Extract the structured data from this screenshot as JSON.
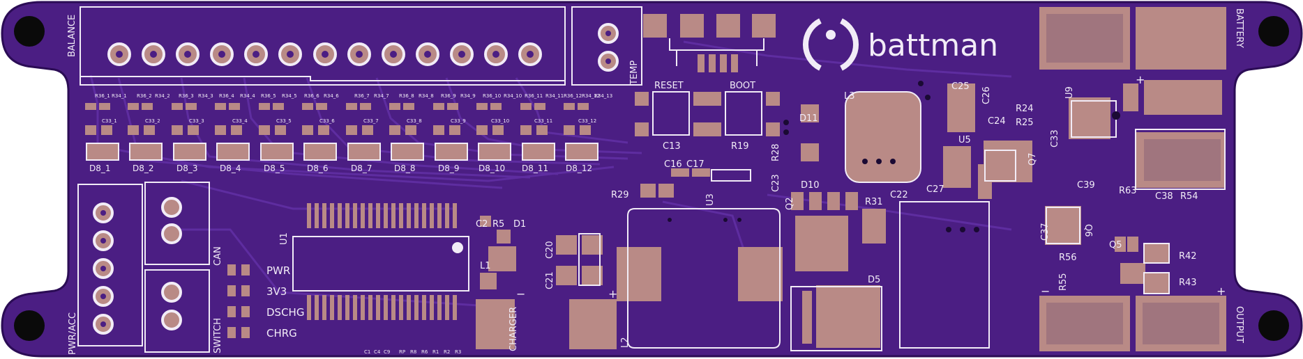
{
  "board": {
    "logo_text": "battman",
    "colors": {
      "board": "#4b1e83",
      "board_edge": "#2b0c55",
      "trace": "#5a2a99",
      "copper": "#b98a86",
      "silk": "#f2ecf7",
      "hole": "#0a0a0a"
    }
  },
  "connectors": {
    "balance": "BALANCE",
    "temp": "TEMP",
    "battery": "BATTERY",
    "output": "OUTPUT",
    "pwr_acc": "PWR/ACC",
    "can": "CAN",
    "switch": "SWITCH",
    "charger": "CHARGER"
  },
  "leds": {
    "pwr": "PWR",
    "v33": "3V3",
    "dschg": "DSCHG",
    "chrg": "CHRG"
  },
  "buttons": {
    "reset": "RESET",
    "boot": "BOOT"
  },
  "balance_mosfets": [
    "D8_1",
    "D8_2",
    "D8_3",
    "D8_4",
    "D8_5",
    "D8_6",
    "D8_7",
    "D8_8",
    "D8_9",
    "D8_10",
    "D8_11",
    "D8_12"
  ],
  "balance_resistors": [
    "R36_1",
    "R34_1",
    "R36_2",
    "R34_2",
    "R36_3",
    "R34_3",
    "R36_4",
    "R34_4",
    "R36_5",
    "R34_5",
    "R36_6",
    "R34_6",
    "R36_7",
    "R34_7",
    "R36_8",
    "R34_8",
    "R36_9",
    "R34_9",
    "R36_10",
    "R34_10",
    "R36_11",
    "R34_11",
    "R36_12",
    "R34_12",
    "R34_13"
  ],
  "balance_caps": [
    "C33_1",
    "C33_2",
    "C33_3",
    "C33_4",
    "C33_5",
    "C33_6",
    "C33_7",
    "C33_8",
    "C33_9",
    "C33_10",
    "C33_11",
    "C33_12"
  ],
  "bottom_small_labels": [
    "C1",
    "C4",
    "C9",
    "RP",
    "R8",
    "R6",
    "R1",
    "R2",
    "R3"
  ],
  "designators": {
    "u1": "U1",
    "u3": "U3",
    "u5": "U5",
    "u9": "U9",
    "l1": "L1",
    "l2": "L2",
    "l3": "L3",
    "c2": "C2",
    "r5": "R5",
    "d1": "D1",
    "c20": "C20",
    "c21": "C21",
    "c13": "C13",
    "c16": "C16",
    "c17": "C17",
    "r19": "R19",
    "r28": "R28",
    "c23": "C23",
    "r29": "R29",
    "d11": "D11",
    "d10": "D10",
    "q2": "Q2",
    "r31": "R31",
    "d5": "D5",
    "c22": "C22",
    "c25": "C25",
    "c26": "C26",
    "c24": "C24",
    "c27": "C27",
    "r24": "R24",
    "r25": "R25",
    "c33": "C33",
    "q7": "Q7",
    "c39": "C39",
    "r63": "R63",
    "c38": "C38",
    "r54": "R54",
    "c37": "C37",
    "q6": "Q6",
    "q5": "Q5",
    "r56": "R56",
    "r55": "R55",
    "r42": "R42",
    "r43": "R43"
  },
  "polarity": {
    "charger_minus": "−",
    "charger_plus": "+",
    "battery_plus": "+",
    "output_minus": "−",
    "output_plus": "+"
  }
}
